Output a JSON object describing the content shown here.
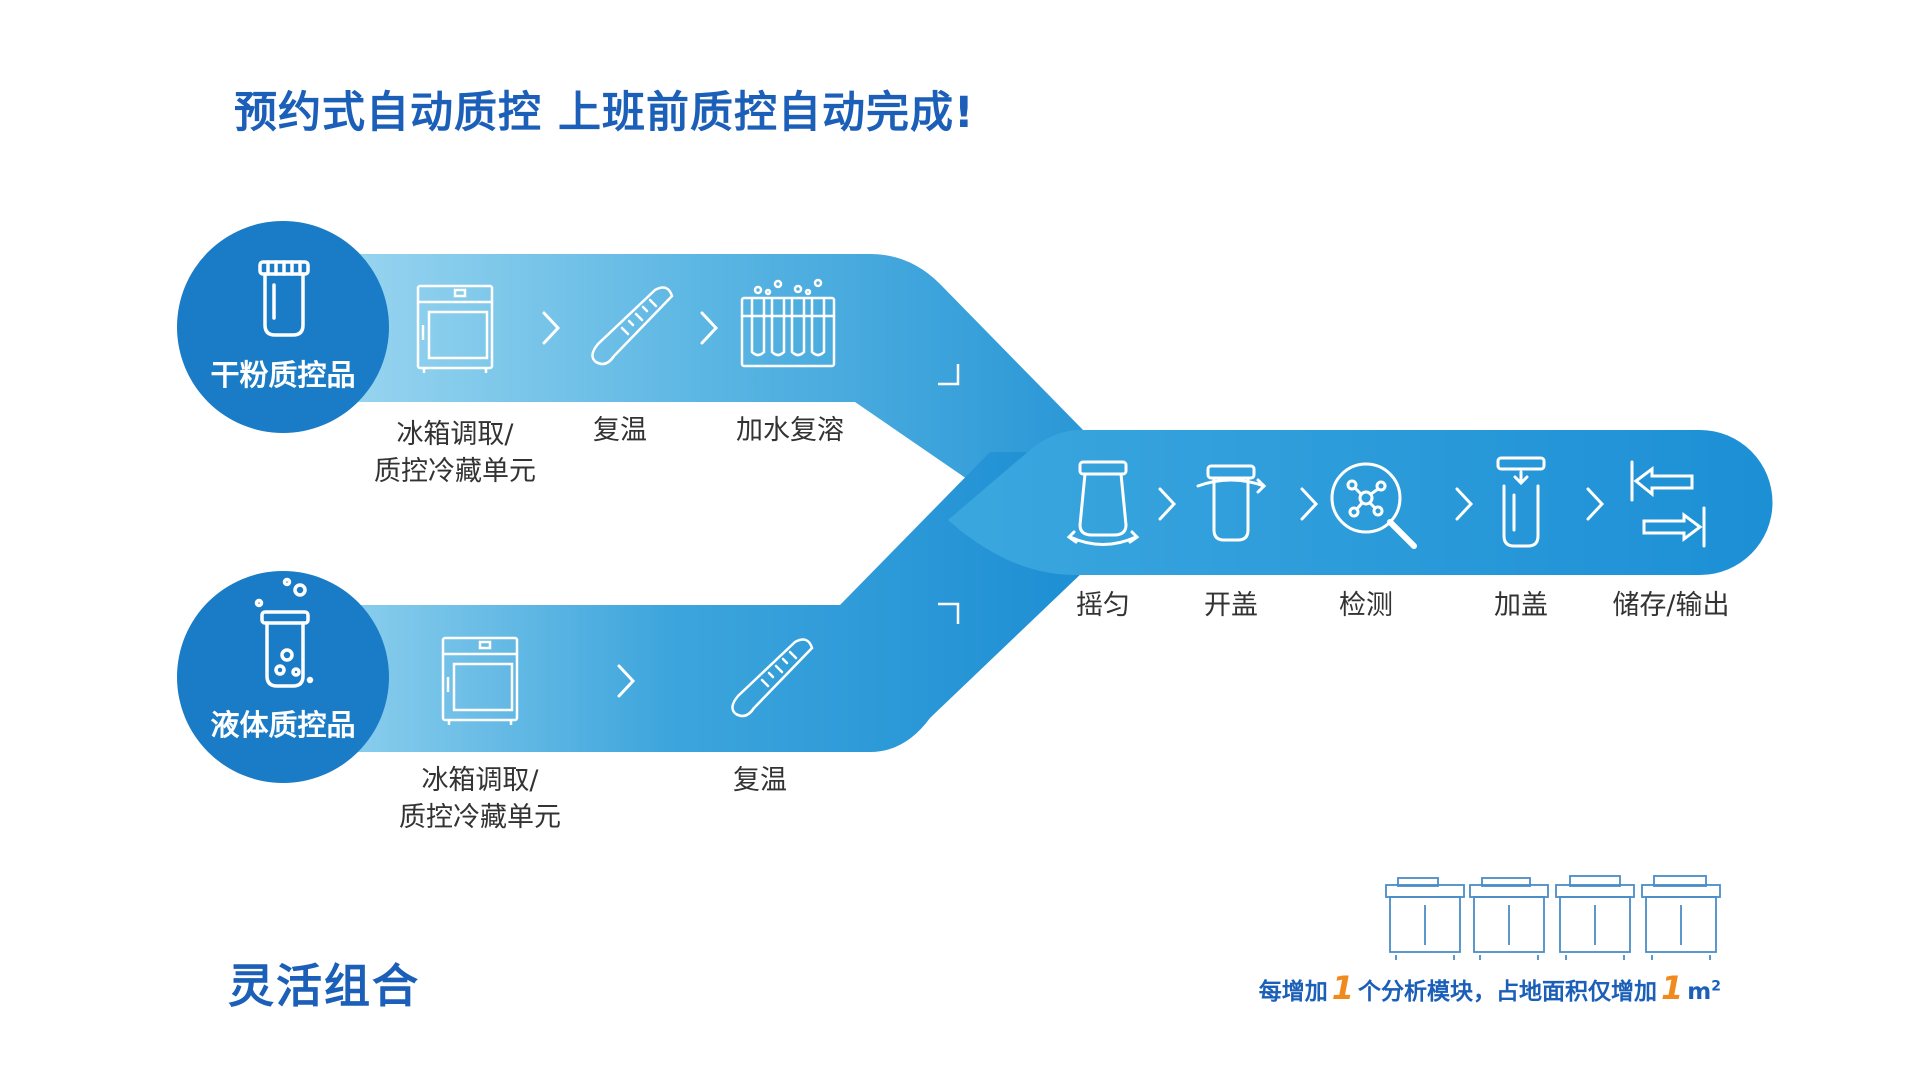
{
  "title": "预约式自动质控  上班前质控自动完成!",
  "dry_powder": {
    "badge": "干粉质控品",
    "steps": [
      {
        "line1": "冰箱调取/",
        "line2": "质控冷藏单元"
      },
      {
        "line1": "复温"
      },
      {
        "line1": "加水复溶"
      }
    ]
  },
  "liquid": {
    "badge": "液体质控品",
    "steps": [
      {
        "line1": "冰箱调取/",
        "line2": "质控冷藏单元"
      },
      {
        "line1": "复温"
      }
    ]
  },
  "main_steps": [
    "摇匀",
    "开盖",
    "检测",
    "加盖",
    "储存/输出"
  ],
  "bottom_left": "灵活组合",
  "footer": {
    "prefix": "每增加",
    "num1": "1",
    "middle": "个分析模块，占地面积仅增加",
    "num2": "1",
    "unit": "m",
    "sup": "2"
  },
  "colors": {
    "circle": "#1a7cc6",
    "band_light": "#8fd0ee",
    "band_dark": "#1e8fd4",
    "title": "#1b5fb8",
    "accent_orange": "#f08a1c"
  }
}
